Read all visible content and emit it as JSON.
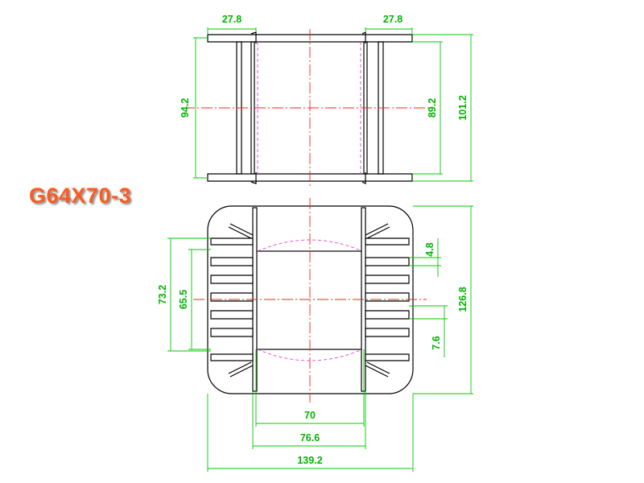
{
  "title": "G64X70-3",
  "colors": {
    "title": "#ff5a1e",
    "dimension": "#00b400",
    "outline": "#000000",
    "centerline": "#ff2020",
    "hidden": "#e040e0"
  },
  "dimensions": {
    "top_left_flange": "27.8",
    "top_right_flange": "27.8",
    "left_height": "94.2",
    "inner_height": "89.2",
    "outer_height": "101.2",
    "slot_width": "4.8",
    "fin_pitch": "7.6",
    "total_height": "126.8",
    "height_73": "73.2",
    "height_65": "65.5",
    "inner_width": "70",
    "mid_width": "76.6",
    "total_width": "139.2"
  }
}
